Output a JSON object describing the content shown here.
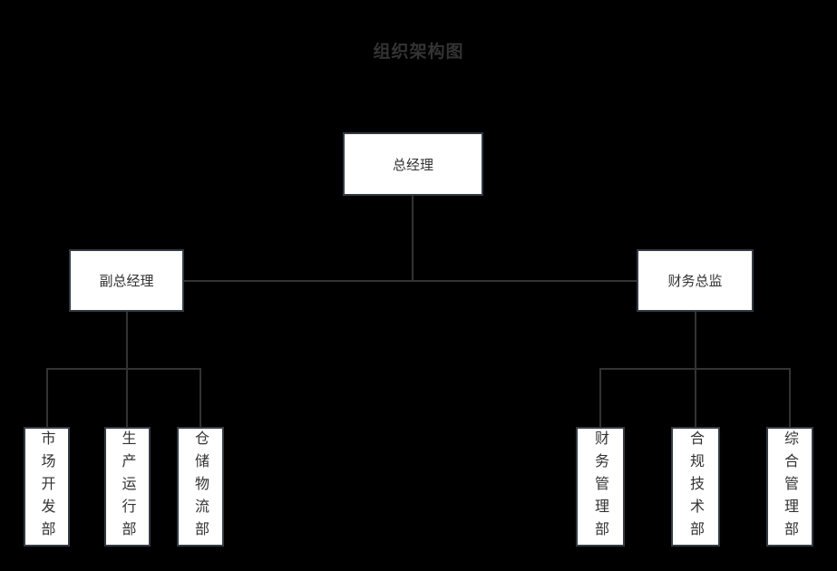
{
  "title": "组织架构图",
  "colors": {
    "background": "#000000",
    "box_fill": "#ffffff",
    "box_border": "#333b45",
    "connector_line": "#333333",
    "text": "#333333"
  },
  "nodes": {
    "root": {
      "label": "总经理"
    },
    "managers": [
      {
        "label": "副总经理"
      },
      {
        "label": "财务总监"
      }
    ],
    "left_departments": [
      {
        "label": "市场开发部"
      },
      {
        "label": "生产运行部"
      },
      {
        "label": "仓储物流部"
      }
    ],
    "right_departments": [
      {
        "label": "财务管理部"
      },
      {
        "label": "合规技术部"
      },
      {
        "label": "综合管理部"
      }
    ]
  }
}
